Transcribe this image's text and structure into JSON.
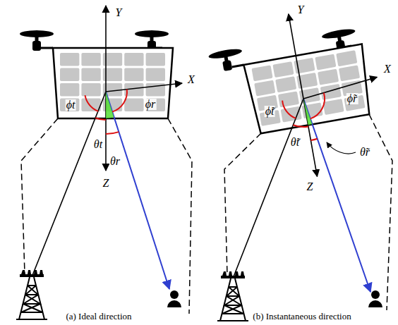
{
  "diagram": {
    "labels": [
      "Y",
      "X",
      "ϕt",
      "ϕr",
      "θt",
      "θr",
      "Z",
      "Y",
      "X",
      "ϕ̃t",
      "ϕ̃r",
      "θ̃t",
      "θ̃r",
      "Z",
      "(a) Ideal direction",
      "(b) Instantaneous direction"
    ]
  }
}
